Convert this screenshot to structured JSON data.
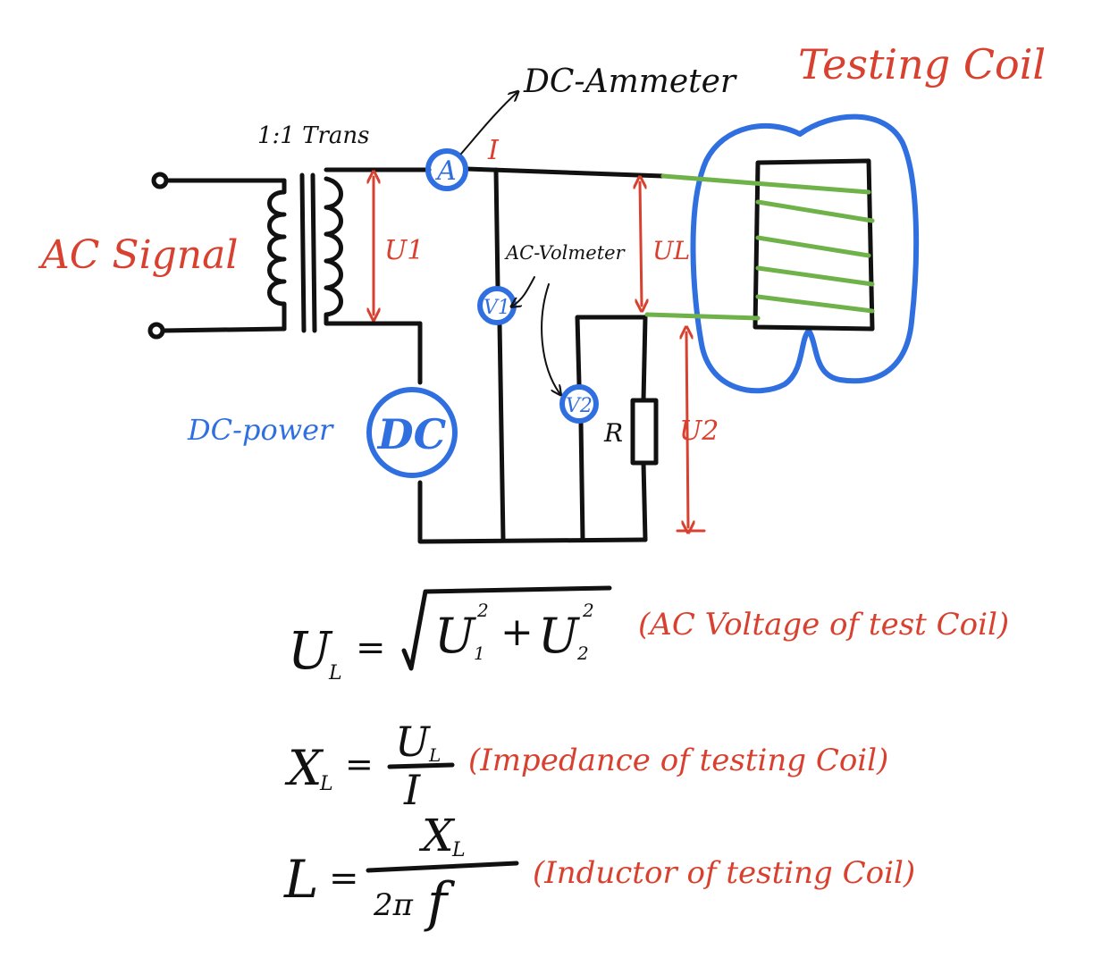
{
  "labels": {
    "ac_signal": "AC Signal",
    "transformer": "1:1 Trans",
    "dc_ammeter": "DC-Ammeter",
    "ammeter_symbol": "A",
    "current": "I",
    "testing_coil": "Testing Coil",
    "ac_voltmeter": "AC-Volmeter",
    "v1_symbol": "V1",
    "v2_symbol": "V2",
    "u1": "U1",
    "ul": "UL",
    "u2": "U2",
    "resistor": "R",
    "dc_power": "DC-power",
    "dc_symbol": "DC"
  },
  "equations": {
    "eq1_note": "(AC Voltage of test Coil)",
    "eq2_note": "(Impedance of testing Coil)",
    "eq3_note": "(Inductor of testing Coil)"
  },
  "colors": {
    "ink": "#111111",
    "annotation_red": "#d8412f",
    "instrument_blue": "#2f6fe0",
    "winding_green": "#6fb24a"
  }
}
